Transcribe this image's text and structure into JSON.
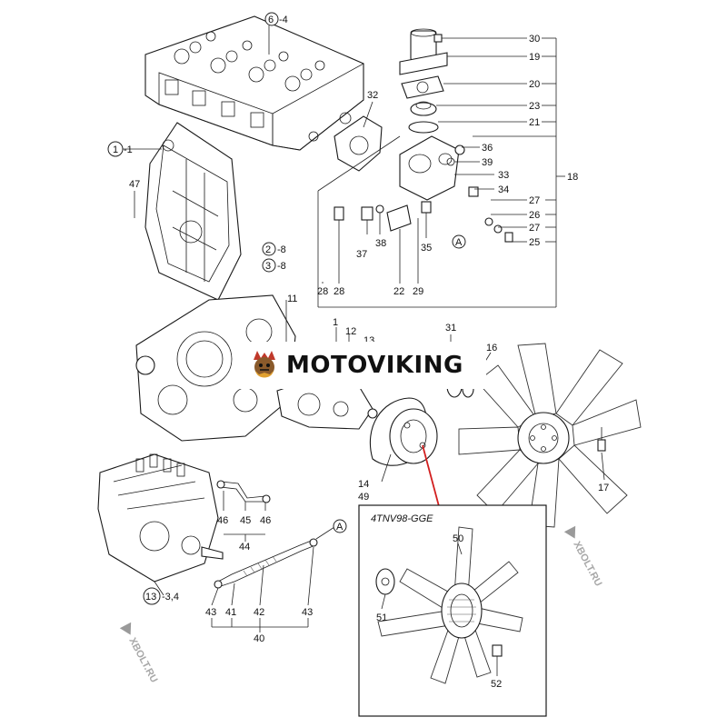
{
  "brand_watermark": {
    "text": "MOTOVIKING",
    "accent": "#c0392b"
  },
  "site_watermark": {
    "text": "XBOLT.RU"
  },
  "inset": {
    "label": "4TNV98-GGE"
  },
  "callouts": {
    "c6": "6",
    "c6s": "-4",
    "c1": "1",
    "c1s": "-1",
    "c2": "2",
    "c2s": "-8",
    "c3": "3",
    "c3s": "-8",
    "c13": "13",
    "c13s": "-3,4",
    "cA1": "A",
    "cA2": "A",
    "n47": "47",
    "n32": "32",
    "n11": "11",
    "n30": "30",
    "n19": "19",
    "n20": "20",
    "n23": "23",
    "n21": "21",
    "n36": "36",
    "n39": "39",
    "n33": "33",
    "n34": "34",
    "n18": "18",
    "n27a": "27",
    "n26": "26",
    "n27b": "27",
    "n25": "25",
    "n37": "37",
    "n38": "38",
    "n35": "35",
    "n28a": "28",
    "n28b": "28",
    "n22": "22",
    "n29": "29",
    "n1": "1",
    "n12": "12",
    "n13": "13",
    "n31": "31",
    "n16": "16",
    "n14": "14",
    "n49": "49",
    "n17": "17",
    "n46a": "46",
    "n45": "45",
    "n46b": "46",
    "n44": "44",
    "n43a": "43",
    "n41": "41",
    "n42": "42",
    "n43b": "43",
    "n40": "40",
    "n50": "50",
    "n51": "51",
    "n52": "52"
  }
}
